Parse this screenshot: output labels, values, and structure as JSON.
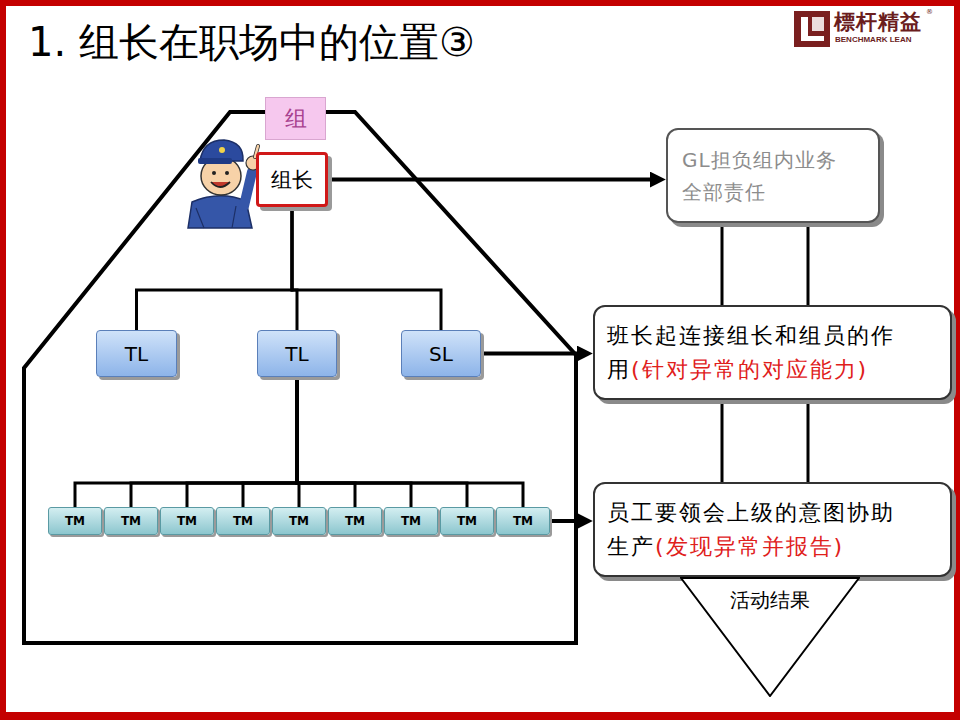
{
  "diagram": {
    "title": "1. 组长在职场中的位置③",
    "nodes": [
      {
        "text": [
          "组"
        ]
      },
      {
        "text": [
          "组长"
        ],
        "in": 0
      },
      {
        "text": [
          "TL"
        ],
        "in": 0
      },
      {
        "text": [
          "TL"
        ],
        "in": 0
      },
      {
        "text": [
          "SL"
        ],
        "in": 0
      },
      {
        "text": [
          "TM"
        ],
        "in": 0
      },
      {
        "text": [
          "TM"
        ],
        "in": 0
      },
      {
        "text": [
          "TM"
        ],
        "in": 0
      },
      {
        "text": [
          "TM"
        ],
        "in": 0
      },
      {
        "text": [
          "TM"
        ],
        "in": 0
      },
      {
        "text": [
          "TM"
        ],
        "in": 0
      },
      {
        "text": [
          "TM"
        ],
        "in": 0
      },
      {
        "text": [
          "TM"
        ],
        "in": 0
      },
      {
        "text": [
          "TM"
        ],
        "in": 0
      },
      {
        "text": [
          "GL担负组内业务全部责任"
        ]
      },
      {
        "text": [
          "班长起连接组长和组员的作用",
          "(针对异常的对应能力)"
        ]
      },
      {
        "text": [
          "员工要领会上级的意图协助生产",
          "(发现异常并报告)"
        ]
      },
      {
        "text": [
          "活动结果"
        ]
      }
    ],
    "edges": [
      {
        "from": 1,
        "to": 2,
        "arrow": "none"
      },
      {
        "from": 1,
        "to": 3,
        "arrow": "none"
      },
      {
        "from": 1,
        "to": 4,
        "arrow": "none"
      },
      {
        "from": 3,
        "to": 5,
        "arrow": "none"
      },
      {
        "from": 3,
        "to": 6,
        "arrow": "none"
      },
      {
        "from": 3,
        "to": 7,
        "arrow": "none"
      },
      {
        "from": 3,
        "to": 8,
        "arrow": "none"
      },
      {
        "from": 3,
        "to": 9,
        "arrow": "none"
      },
      {
        "from": 3,
        "to": 10,
        "arrow": "none"
      },
      {
        "from": 3,
        "to": 11,
        "arrow": "none"
      },
      {
        "from": 3,
        "to": 12,
        "arrow": "none"
      },
      {
        "from": 3,
        "to": 13,
        "arrow": "none"
      },
      {
        "from": 1,
        "to": 14,
        "arrow": "to"
      },
      {
        "from": 4,
        "to": 15,
        "arrow": "to"
      },
      {
        "from": 13,
        "to": 16,
        "arrow": "to"
      },
      {
        "from": 14,
        "to": 15,
        "arrow": "none"
      },
      {
        "from": 15,
        "to": 16,
        "arrow": "none"
      }
    ],
    "labels": [
      "標杆精益",
      "BENCHMARK LEAN",
      "®"
    ]
  }
}
